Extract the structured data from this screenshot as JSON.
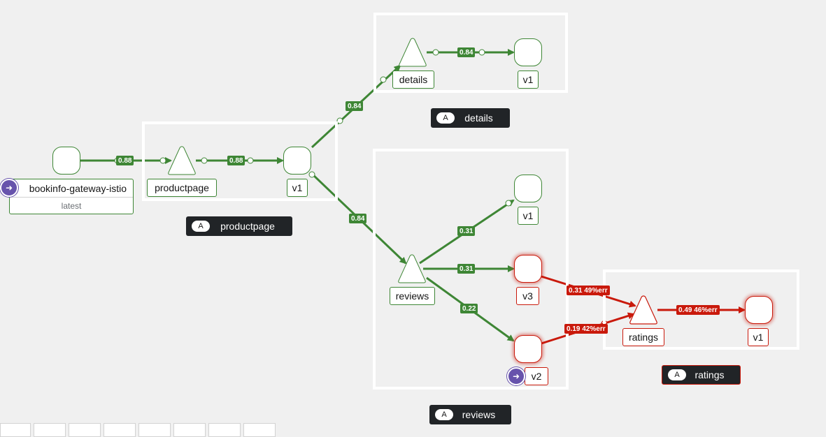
{
  "colors": {
    "ok": "#3e8635",
    "error": "#c9190b",
    "background": "#f0f0f0",
    "gateway_badge": "#6753ac"
  },
  "gateway": {
    "name": "bookinfo-gateway-istio",
    "version": "latest",
    "badge_icon": "arrow-right-icon"
  },
  "productpage": {
    "service": "productpage",
    "version": "v1",
    "app_tag": "productpage",
    "app_badge": "A"
  },
  "details": {
    "service": "details",
    "version": "v1",
    "app_tag": "details",
    "app_badge": "A"
  },
  "reviews": {
    "service": "reviews",
    "versions": [
      "v1",
      "v3",
      "v2"
    ],
    "app_tag": "reviews",
    "app_badge": "A",
    "v2_badge_icon": "arrow-right-icon"
  },
  "ratings": {
    "service": "ratings",
    "version": "v1",
    "app_tag": "ratings",
    "app_badge": "A"
  },
  "edges": {
    "gateway_to_productpage": "0.88",
    "productpage_to_v1": "0.88",
    "productpage_v1_to_details": "0.84",
    "details_to_v1": "0.84",
    "productpage_v1_to_reviews": "0.84",
    "reviews_to_v1": "0.31",
    "reviews_to_v3": "0.31",
    "reviews_to_v2": "0.22",
    "v3_to_ratings": "0.31 49%err",
    "v2_to_ratings": "0.19 42%err",
    "ratings_to_v1": "0.49 46%err"
  },
  "toolbar": {
    "buttons": 8
  }
}
